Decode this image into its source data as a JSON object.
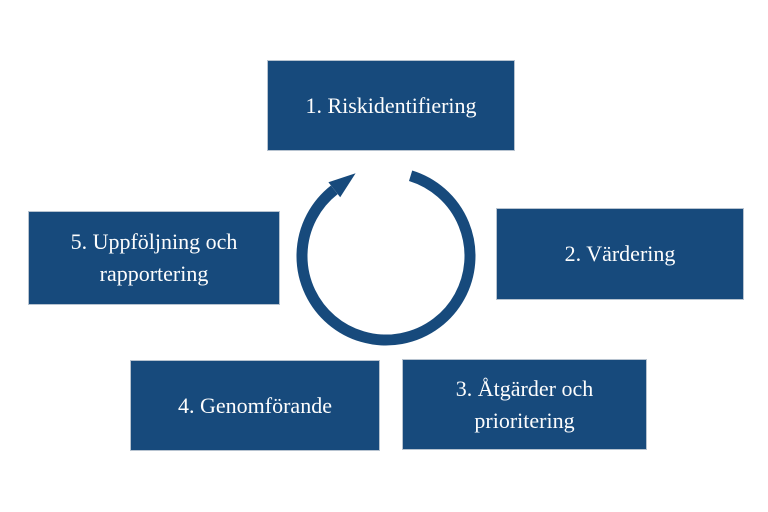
{
  "page": {
    "background": "#ffffff"
  },
  "diagram": {
    "type": "cycle",
    "direction": "clockwise",
    "box_fill": "#174a7c",
    "box_border": "#b7c3d0",
    "text_color": "#fdfdfd",
    "arrow_color": "#174a7c",
    "steps": [
      {
        "label": "1. Riskidentifiering"
      },
      {
        "label": "2. Värdering"
      },
      {
        "label": "3. Åtgärder och prioritering"
      },
      {
        "label": "4. Genomförande"
      },
      {
        "label": "5. Uppföljning och rapportering"
      }
    ]
  }
}
